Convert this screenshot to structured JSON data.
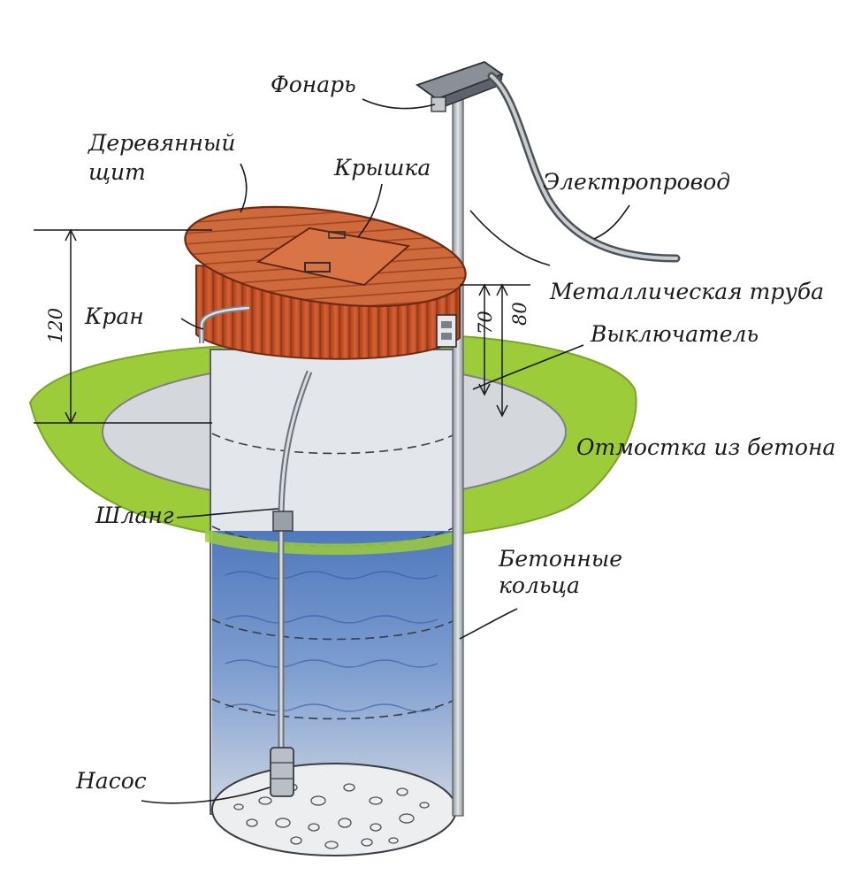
{
  "labels": {
    "lantern": "Фонарь",
    "wooden_shield_1": "Деревянный",
    "wooden_shield_2": "щит",
    "lid": "Крышка",
    "cable": "Электропровод",
    "metal_pipe": "Металлическая труба",
    "tap": "Кран",
    "switch": "Выключатель",
    "concrete_apron": "Отмостка из бетона",
    "hose": "Шланг",
    "rings_1": "Бетонные",
    "rings_2": "кольца",
    "pump": "Насос"
  },
  "dimensions": {
    "height_total": "120",
    "height_a": "70",
    "height_b": "80"
  },
  "icons": {
    "lantern": "lantern-icon",
    "switch": "switch-box-icon",
    "pump": "pump-icon",
    "tap": "tap-icon"
  },
  "colors": {
    "grass": "#9ccc3a",
    "concrete": "#d4d7db",
    "water": "#6f93c9",
    "wood": "#c8562b",
    "pipe": "#b9bfc6"
  }
}
